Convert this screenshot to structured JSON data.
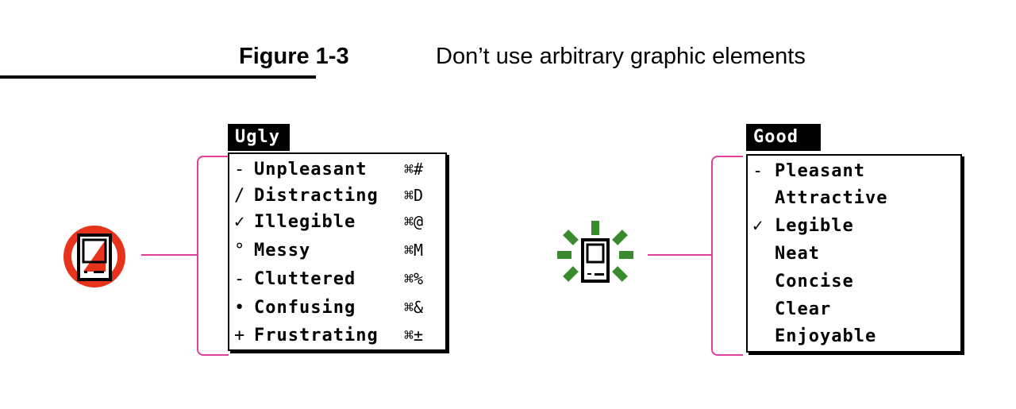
{
  "figure": {
    "number": "Figure 1-3",
    "title": "Don’t use arbitrary graphic elements"
  },
  "colors": {
    "bracket": "#e0409a",
    "prohibit": "#e8331c",
    "good_rays": "#3a8a2e"
  },
  "ugly": {
    "icon": "prohibited-computer-icon",
    "menu_title": "Ugly",
    "items": [
      {
        "mark": "-",
        "label": "Unpleasant",
        "key": "⌘#"
      },
      {
        "mark": "/",
        "label": "Distracting",
        "key": "⌘D"
      },
      {
        "mark": "✓",
        "label": "Illegible",
        "key": "⌘@"
      },
      {
        "mark": "°",
        "label": "Messy",
        "key": "⌘M"
      },
      {
        "mark": "-",
        "label": "Cluttered",
        "key": "⌘%"
      },
      {
        "mark": "•",
        "label": "Confusing",
        "key": "⌘&"
      },
      {
        "mark": "+",
        "label": "Frustrating",
        "key": "⌘±"
      }
    ]
  },
  "good": {
    "icon": "happy-computer-icon",
    "menu_title": "Good",
    "items": [
      {
        "mark": "-",
        "label": "Pleasant"
      },
      {
        "mark": "",
        "label": "Attractive"
      },
      {
        "mark": "✓",
        "label": "Legible"
      },
      {
        "mark": "",
        "label": "Neat"
      },
      {
        "mark": "",
        "label": "Concise"
      },
      {
        "mark": "",
        "label": "Clear"
      },
      {
        "mark": "",
        "label": "Enjoyable"
      }
    ]
  }
}
